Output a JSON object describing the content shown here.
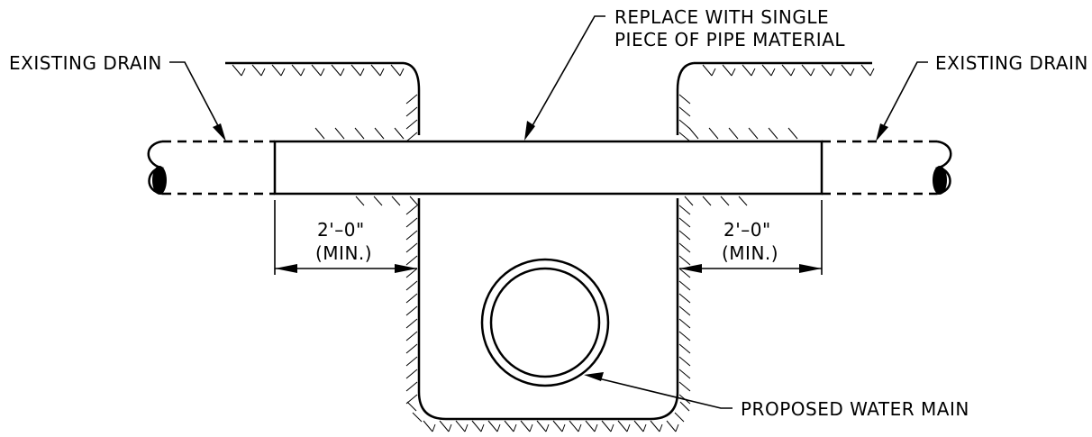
{
  "labels": {
    "replace_line1": "REPLACE WITH SINGLE",
    "replace_line2": "PIECE OF PIPE MATERIAL",
    "existing_drain_left": "EXISTING DRAIN",
    "existing_drain_right": "EXISTING DRAIN",
    "dim_left_value": "2'–0\"",
    "dim_left_note": "(MIN.)",
    "dim_right_value": "2'–0\"",
    "dim_right_note": "(MIN.)",
    "water_main": "PROPOSED WATER MAIN"
  }
}
